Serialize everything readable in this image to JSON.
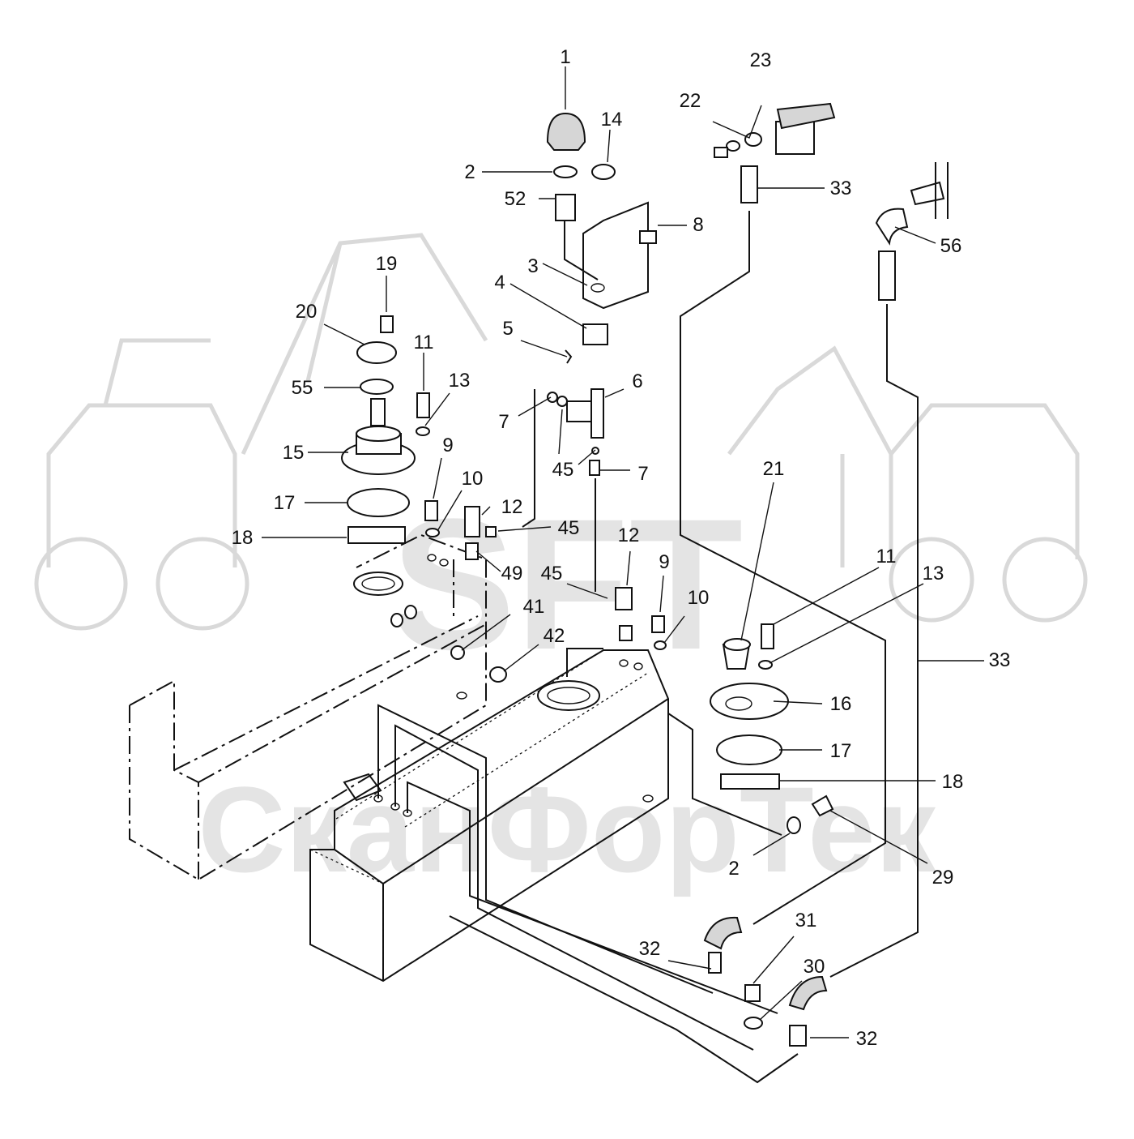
{
  "watermark": {
    "logo_text": "SFT",
    "brand_text": "СканФорТек"
  },
  "callouts": [
    {
      "label": "1"
    },
    {
      "label": "2"
    },
    {
      "label": "52"
    },
    {
      "label": "14"
    },
    {
      "label": "8"
    },
    {
      "label": "3"
    },
    {
      "label": "4"
    },
    {
      "label": "5"
    },
    {
      "label": "6"
    },
    {
      "label": "7"
    },
    {
      "label": "7"
    },
    {
      "label": "45"
    },
    {
      "label": "45"
    },
    {
      "label": "45"
    },
    {
      "label": "22"
    },
    {
      "label": "23"
    },
    {
      "label": "33"
    },
    {
      "label": "56"
    },
    {
      "label": "19"
    },
    {
      "label": "20"
    },
    {
      "label": "55"
    },
    {
      "label": "11"
    },
    {
      "label": "13"
    },
    {
      "label": "15"
    },
    {
      "label": "17"
    },
    {
      "label": "18"
    },
    {
      "label": "9"
    },
    {
      "label": "10"
    },
    {
      "label": "12"
    },
    {
      "label": "49"
    },
    {
      "label": "12"
    },
    {
      "label": "9"
    },
    {
      "label": "10"
    },
    {
      "label": "41"
    },
    {
      "label": "42"
    },
    {
      "label": "21"
    },
    {
      "label": "11"
    },
    {
      "label": "13"
    },
    {
      "label": "33"
    },
    {
      "label": "16"
    },
    {
      "label": "17"
    },
    {
      "label": "18"
    },
    {
      "label": "2"
    },
    {
      "label": "29"
    },
    {
      "label": "32"
    },
    {
      "label": "31"
    },
    {
      "label": "30"
    },
    {
      "label": "32"
    }
  ]
}
